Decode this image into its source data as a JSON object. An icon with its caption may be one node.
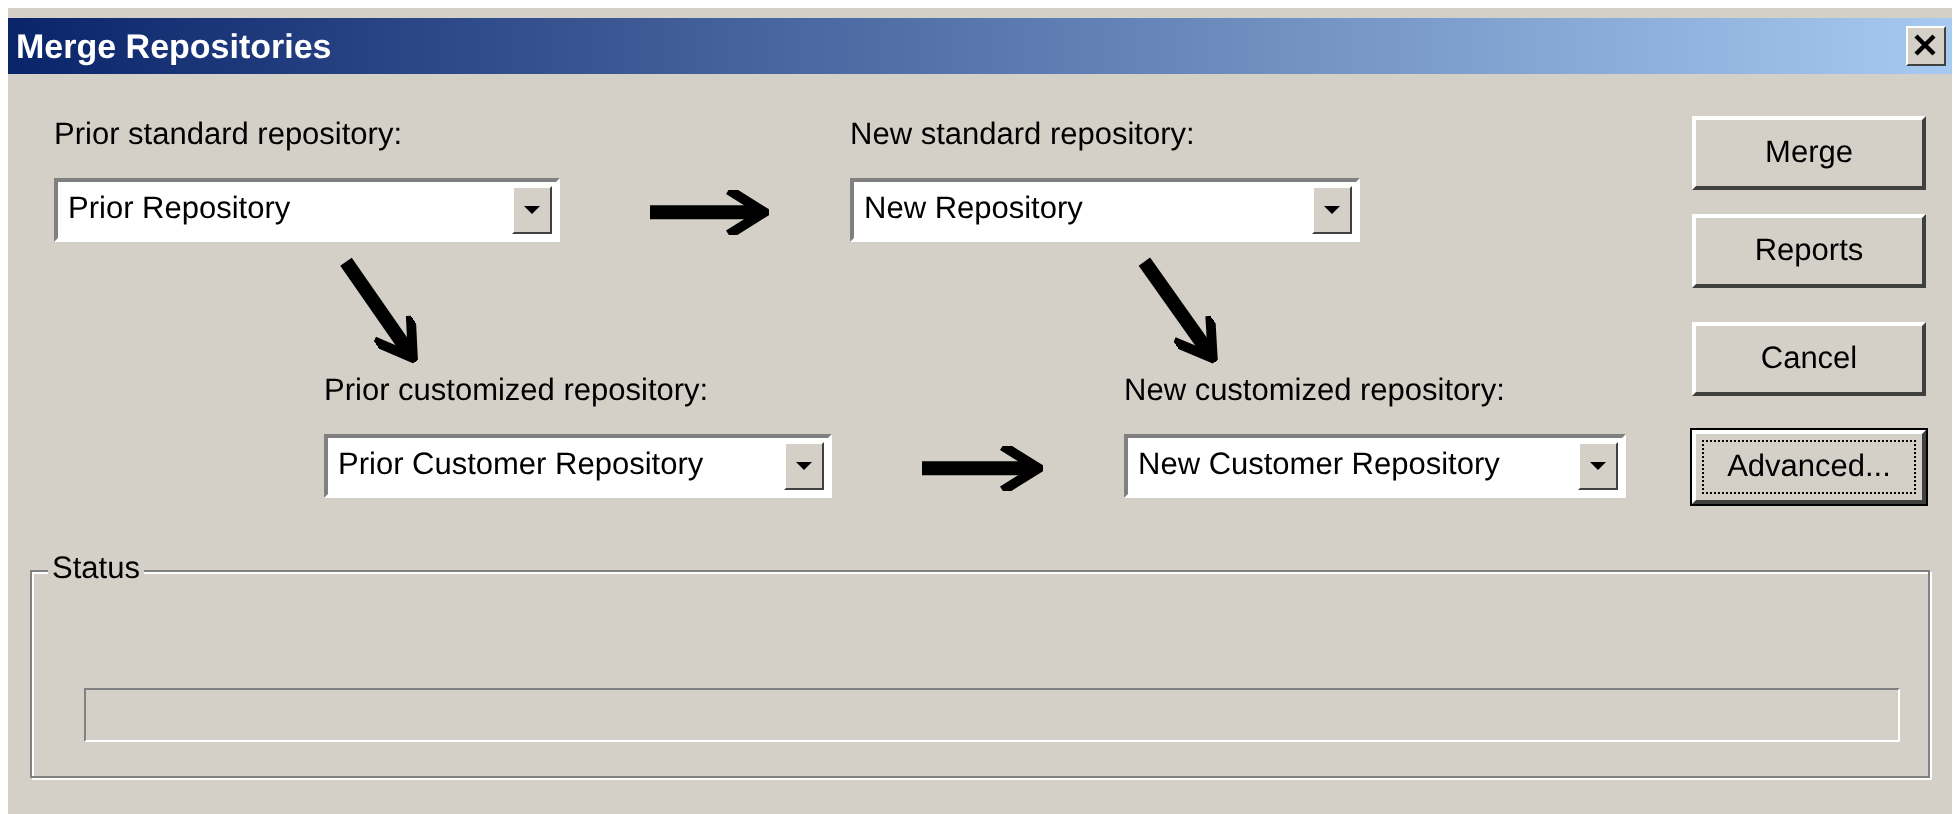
{
  "diagram": {
    "title": "Merge Repositories",
    "nodes": [
      {
        "text": [
          "Prior standard repository:",
          "Prior Repository"
        ]
      },
      {
        "text": [
          "New standard repository:",
          "New Repository"
        ]
      },
      {
        "text": [
          "Prior customized repository:",
          "Prior Customer Repository"
        ]
      },
      {
        "text": [
          "New customized repository:",
          "New Customer Repository"
        ]
      },
      {
        "text": [
          "Merge"
        ]
      },
      {
        "text": [
          "Reports"
        ]
      },
      {
        "text": [
          "Cancel"
        ]
      },
      {
        "text": [
          "Advanced..."
        ]
      },
      {
        "text": [
          "Status"
        ]
      },
      {
        "text": [],
        "shape": "bar",
        "in": 8
      }
    ],
    "edges": [
      {
        "from": 0,
        "to": 1,
        "arrow": "to"
      },
      {
        "from": 0,
        "to": 2,
        "arrow": "to"
      },
      {
        "from": 1,
        "to": 3,
        "arrow": "to"
      },
      {
        "from": 2,
        "to": 3,
        "arrow": "to"
      }
    ]
  }
}
